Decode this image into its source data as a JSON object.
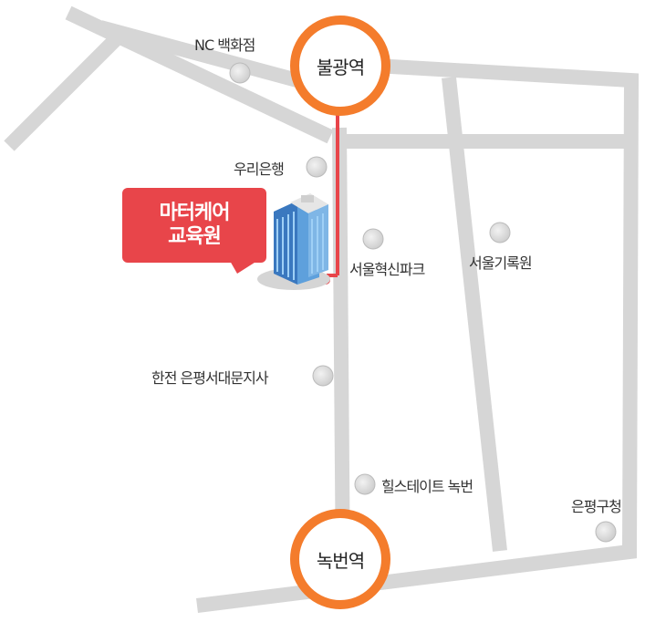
{
  "stations": {
    "north": "불광역",
    "south": "녹번역"
  },
  "destination": {
    "line1": "마터케어",
    "line2": "교육원"
  },
  "landmarks": {
    "nc_department": "NC 백화점",
    "woori_bank": "우리은행",
    "seoul_innovation_park": "서울혁신파크",
    "seoul_archives": "서울기록원",
    "kepco": "한전 은평서대문지사",
    "hillstate": "힐스테이트 녹번",
    "eunpyeong_office": "은평구청"
  },
  "colors": {
    "road": "#d6d6d6",
    "station_ring": "#f47c2c",
    "route": "#e8454a",
    "marker": "#d7d7d7"
  }
}
